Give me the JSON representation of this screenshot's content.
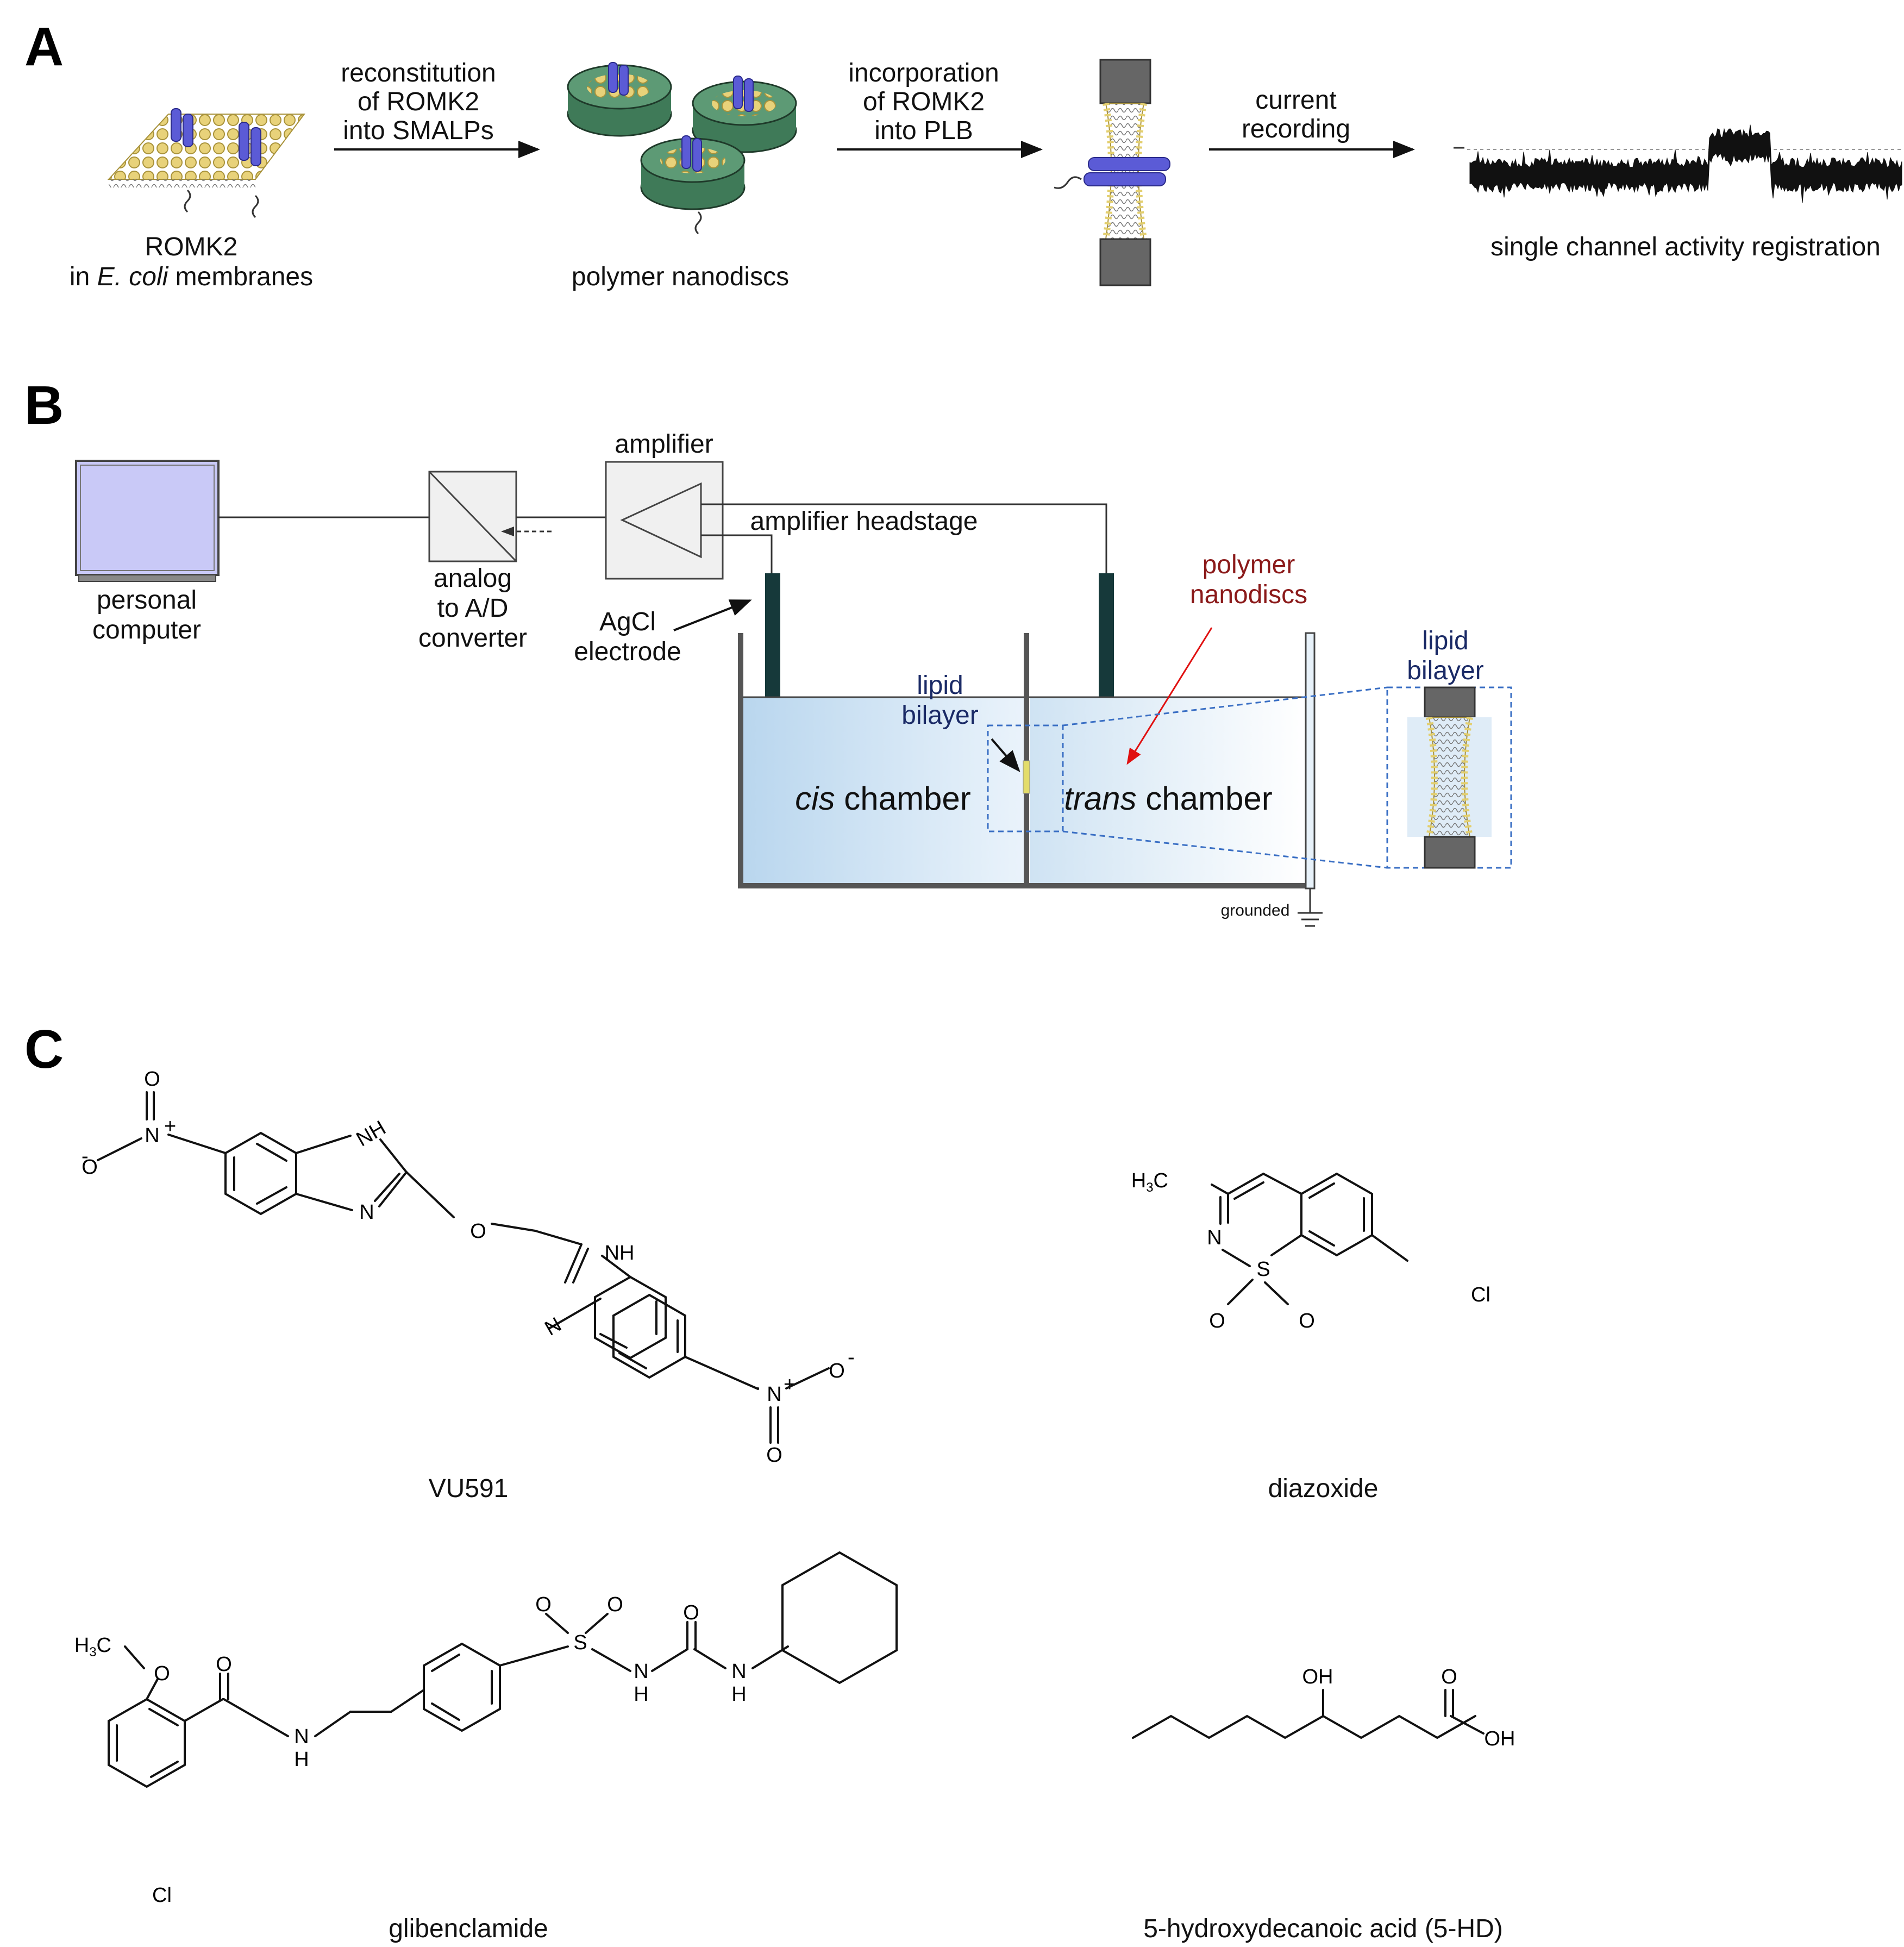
{
  "panels": {
    "a": "A",
    "b": "B",
    "c": "C"
  },
  "panel_a": {
    "membrane_label_1": "ROMK2",
    "membrane_label_2_prefix": "in ",
    "membrane_label_2_italic": "E. coli",
    "membrane_label_2_suffix": " membranes",
    "step1": [
      "reconstitution",
      "of ROMK2",
      "into SMALPs"
    ],
    "nanodiscs_label": "polymer nanodiscs",
    "step2": [
      "incorporation",
      "of ROMK2",
      "into PLB"
    ],
    "step3": [
      "current",
      "recording"
    ],
    "trace_label": "single channel activity registration"
  },
  "panel_b": {
    "computer": [
      "personal",
      "computer"
    ],
    "converter": [
      "analog",
      "to A/D",
      "converter"
    ],
    "amplifier": "amplifier",
    "headstage": "amplifier headstage",
    "electrode": [
      "AgCl",
      "electrode"
    ],
    "nanodiscs": [
      "polymer",
      "nanodiscs"
    ],
    "bilayer_small": [
      "lipid",
      "bilayer"
    ],
    "bilayer_zoom": [
      "lipid",
      "bilayer"
    ],
    "cis_italic": "cis",
    "cis_rest": " chamber",
    "trans_italic": "trans",
    "trans_rest": " chamber",
    "grounded": "grounded"
  },
  "panel_c": {
    "vu591": "VU591",
    "diazoxide": "diazoxide",
    "glibenclamide": "glibenclamide",
    "hd5": "5-hydroxydecanoic acid (5-HD)",
    "atoms": {
      "O": "O",
      "N": "N",
      "NH": "NH",
      "H": "H",
      "S": "S",
      "Cl": "Cl",
      "OH": "OH",
      "H3C": "H",
      "sub3": "3",
      "C": "C",
      "plus": "+",
      "minus": "-"
    }
  },
  "colors": {
    "membrane": "#e3cf6f",
    "channel": "#5b5bd6",
    "disc": "#3f7a58",
    "screen": "#c9c9f7",
    "bath": "#cfe3f3",
    "electrode": "#16393a",
    "red_arrow": "#e01010",
    "nanodisc_label": "#8b1a1a",
    "bilayer_label": "#1a2a66"
  }
}
